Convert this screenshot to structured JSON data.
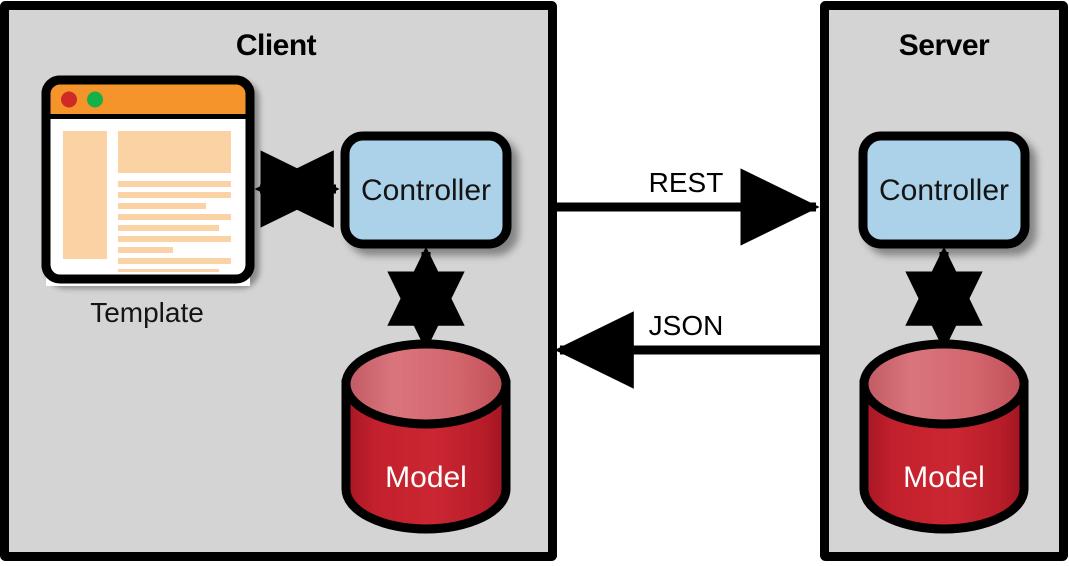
{
  "diagram": {
    "title": "Client-Server MVC architecture diagram",
    "background": "#ffffff"
  },
  "zones": [
    {
      "id": "client",
      "label": "Client",
      "fill": "#d4d4d4",
      "stroke": "#000000"
    },
    {
      "id": "server",
      "label": "Server",
      "fill": "#d4d4d4",
      "stroke": "#000000"
    }
  ],
  "nodes": {
    "client_controller": {
      "label": "Controller",
      "shape": "rounded-rect",
      "fill": "#acd2ea",
      "stroke": "#000000"
    },
    "server_controller": {
      "label": "Controller",
      "shape": "rounded-rect",
      "fill": "#acd2ea",
      "stroke": "#000000"
    },
    "client_model": {
      "label": "Model",
      "shape": "cylinder",
      "fill": "#c0202c",
      "top_fill": "#d3626a",
      "stroke": "#000000"
    },
    "server_model": {
      "label": "Model",
      "shape": "cylinder",
      "fill": "#c0202c",
      "top_fill": "#d3626a",
      "stroke": "#000000"
    },
    "template": {
      "label": "Template",
      "shape": "browser-window",
      "titlebar_fill": "#f5942a",
      "body_fill": "#ffffff",
      "content_fill": "#fbd2a3",
      "stroke": "#000000",
      "dots": [
        {
          "name": "close-dot",
          "color": "#cf2b26"
        },
        {
          "name": "minimize-dot",
          "color": "#19b04a"
        }
      ],
      "content_lines": [
        10,
        10,
        8,
        10,
        9,
        10,
        5,
        10,
        9,
        10
      ]
    }
  },
  "edges": [
    {
      "id": "template-controller",
      "label": "",
      "direction": "bidirectional",
      "orientation": "horizontal"
    },
    {
      "id": "client-controller-model",
      "label": "",
      "direction": "bidirectional",
      "orientation": "vertical"
    },
    {
      "id": "rest",
      "label": "REST",
      "direction": "right",
      "orientation": "horizontal"
    },
    {
      "id": "json",
      "label": "JSON",
      "direction": "left",
      "orientation": "horizontal"
    },
    {
      "id": "server-controller-model",
      "label": "",
      "direction": "bidirectional",
      "orientation": "vertical"
    }
  ],
  "colors": {
    "panel_gray": "#d4d4d4",
    "controller_blue": "#acd2ea",
    "model_red": "#c0202c",
    "model_red_top": "#d3626a",
    "browser_orange": "#f5942a",
    "content_peach": "#fbd2a3",
    "stroke_black": "#000000"
  }
}
